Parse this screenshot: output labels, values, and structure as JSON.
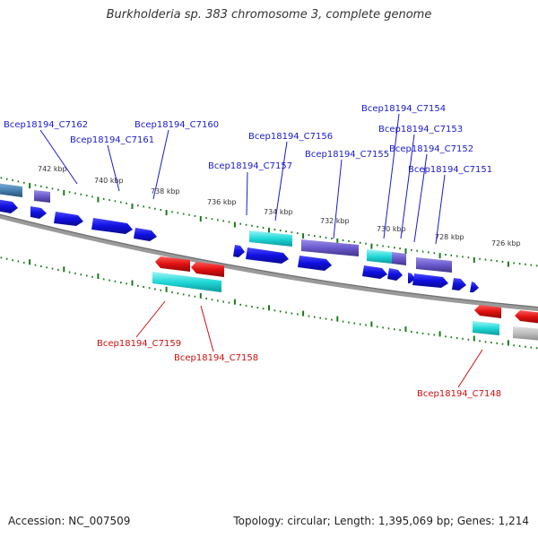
{
  "title": "Burkholderia sp. 383 chromosome 3, complete genome",
  "accession": "Accession: NC_007509",
  "topology": "Topology: circular; Length: 1,395,069 bp; Genes: 1,214",
  "kbp_labels": [
    "742 kbp",
    "740 kbp",
    "738 kbp",
    "736 kbp",
    "734 kbp",
    "732 kbp",
    "730 kbp",
    "728 kbp",
    "726 kbp"
  ],
  "gene_labels": {
    "C7162": "Bcep18194_C7162",
    "C7161": "Bcep18194_C7161",
    "C7160": "Bcep18194_C7160",
    "C7157": "Bcep18194_C7157",
    "C7156": "Bcep18194_C7156",
    "C7155": "Bcep18194_C7155",
    "C7154": "Bcep18194_C7154",
    "C7153": "Bcep18194_C7153",
    "C7152": "Bcep18194_C7152",
    "C7151": "Bcep18194_C7151",
    "C7159": "Bcep18194_C7159",
    "C7158": "Bcep18194_C7158",
    "C7148": "Bcep18194_C7148"
  },
  "colors": {
    "forward_cds": "#1010e0",
    "forward_label": "#1a1acc",
    "reverse_cds": "#e01010",
    "reverse_label": "#cc1010",
    "trna": "#20d8d8",
    "gene_purple": "#6a5acd",
    "ticks": "#1a7a1a",
    "backbone": "#808080"
  }
}
